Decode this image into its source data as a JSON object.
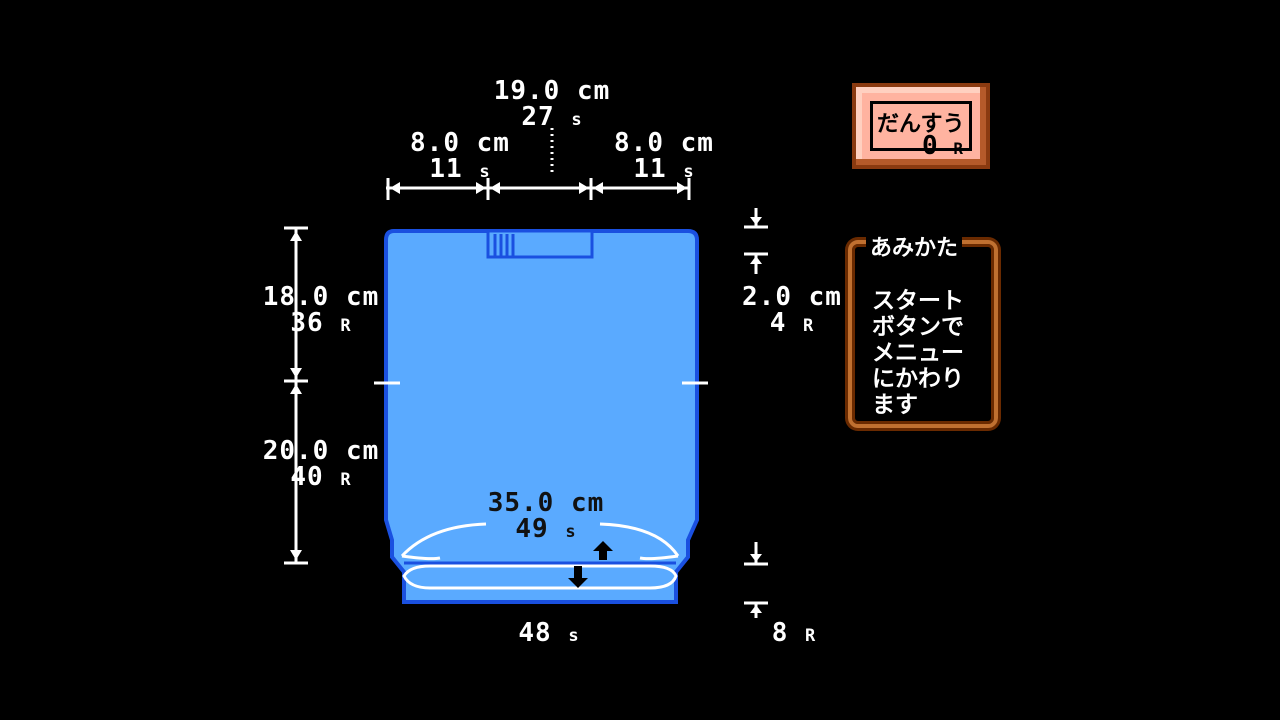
{
  "top": {
    "total_cm": "19.0 cm",
    "total_s": "27",
    "left_cm": "8.0 cm",
    "left_s": "11",
    "right_cm": "8.0 cm",
    "right_s": "11",
    "stitch_unit": "s",
    "row_unit": "R"
  },
  "left": {
    "upper_cm": "18.0 cm",
    "upper_r": "36",
    "lower_cm": "20.0 cm",
    "lower_r": "40"
  },
  "right": {
    "top_cm": "2.0 cm",
    "top_r": "4",
    "bottom_r": "8"
  },
  "bottom": {
    "width_cm": "35.0 cm",
    "width_s": "49",
    "hem_s": "48"
  },
  "row_counter": {
    "title": "だんすう",
    "value": "0",
    "unit": "R"
  },
  "howto": {
    "title": "あみかた",
    "lines": [
      "スタート",
      "ボタンで",
      "メニュー",
      "にかわり",
      "ます"
    ]
  },
  "colors": {
    "body_fill": "#5aaaff",
    "body_outline": "#1a50e0",
    "line": "#ffffff",
    "counter_bg": "#ffb3a0"
  }
}
